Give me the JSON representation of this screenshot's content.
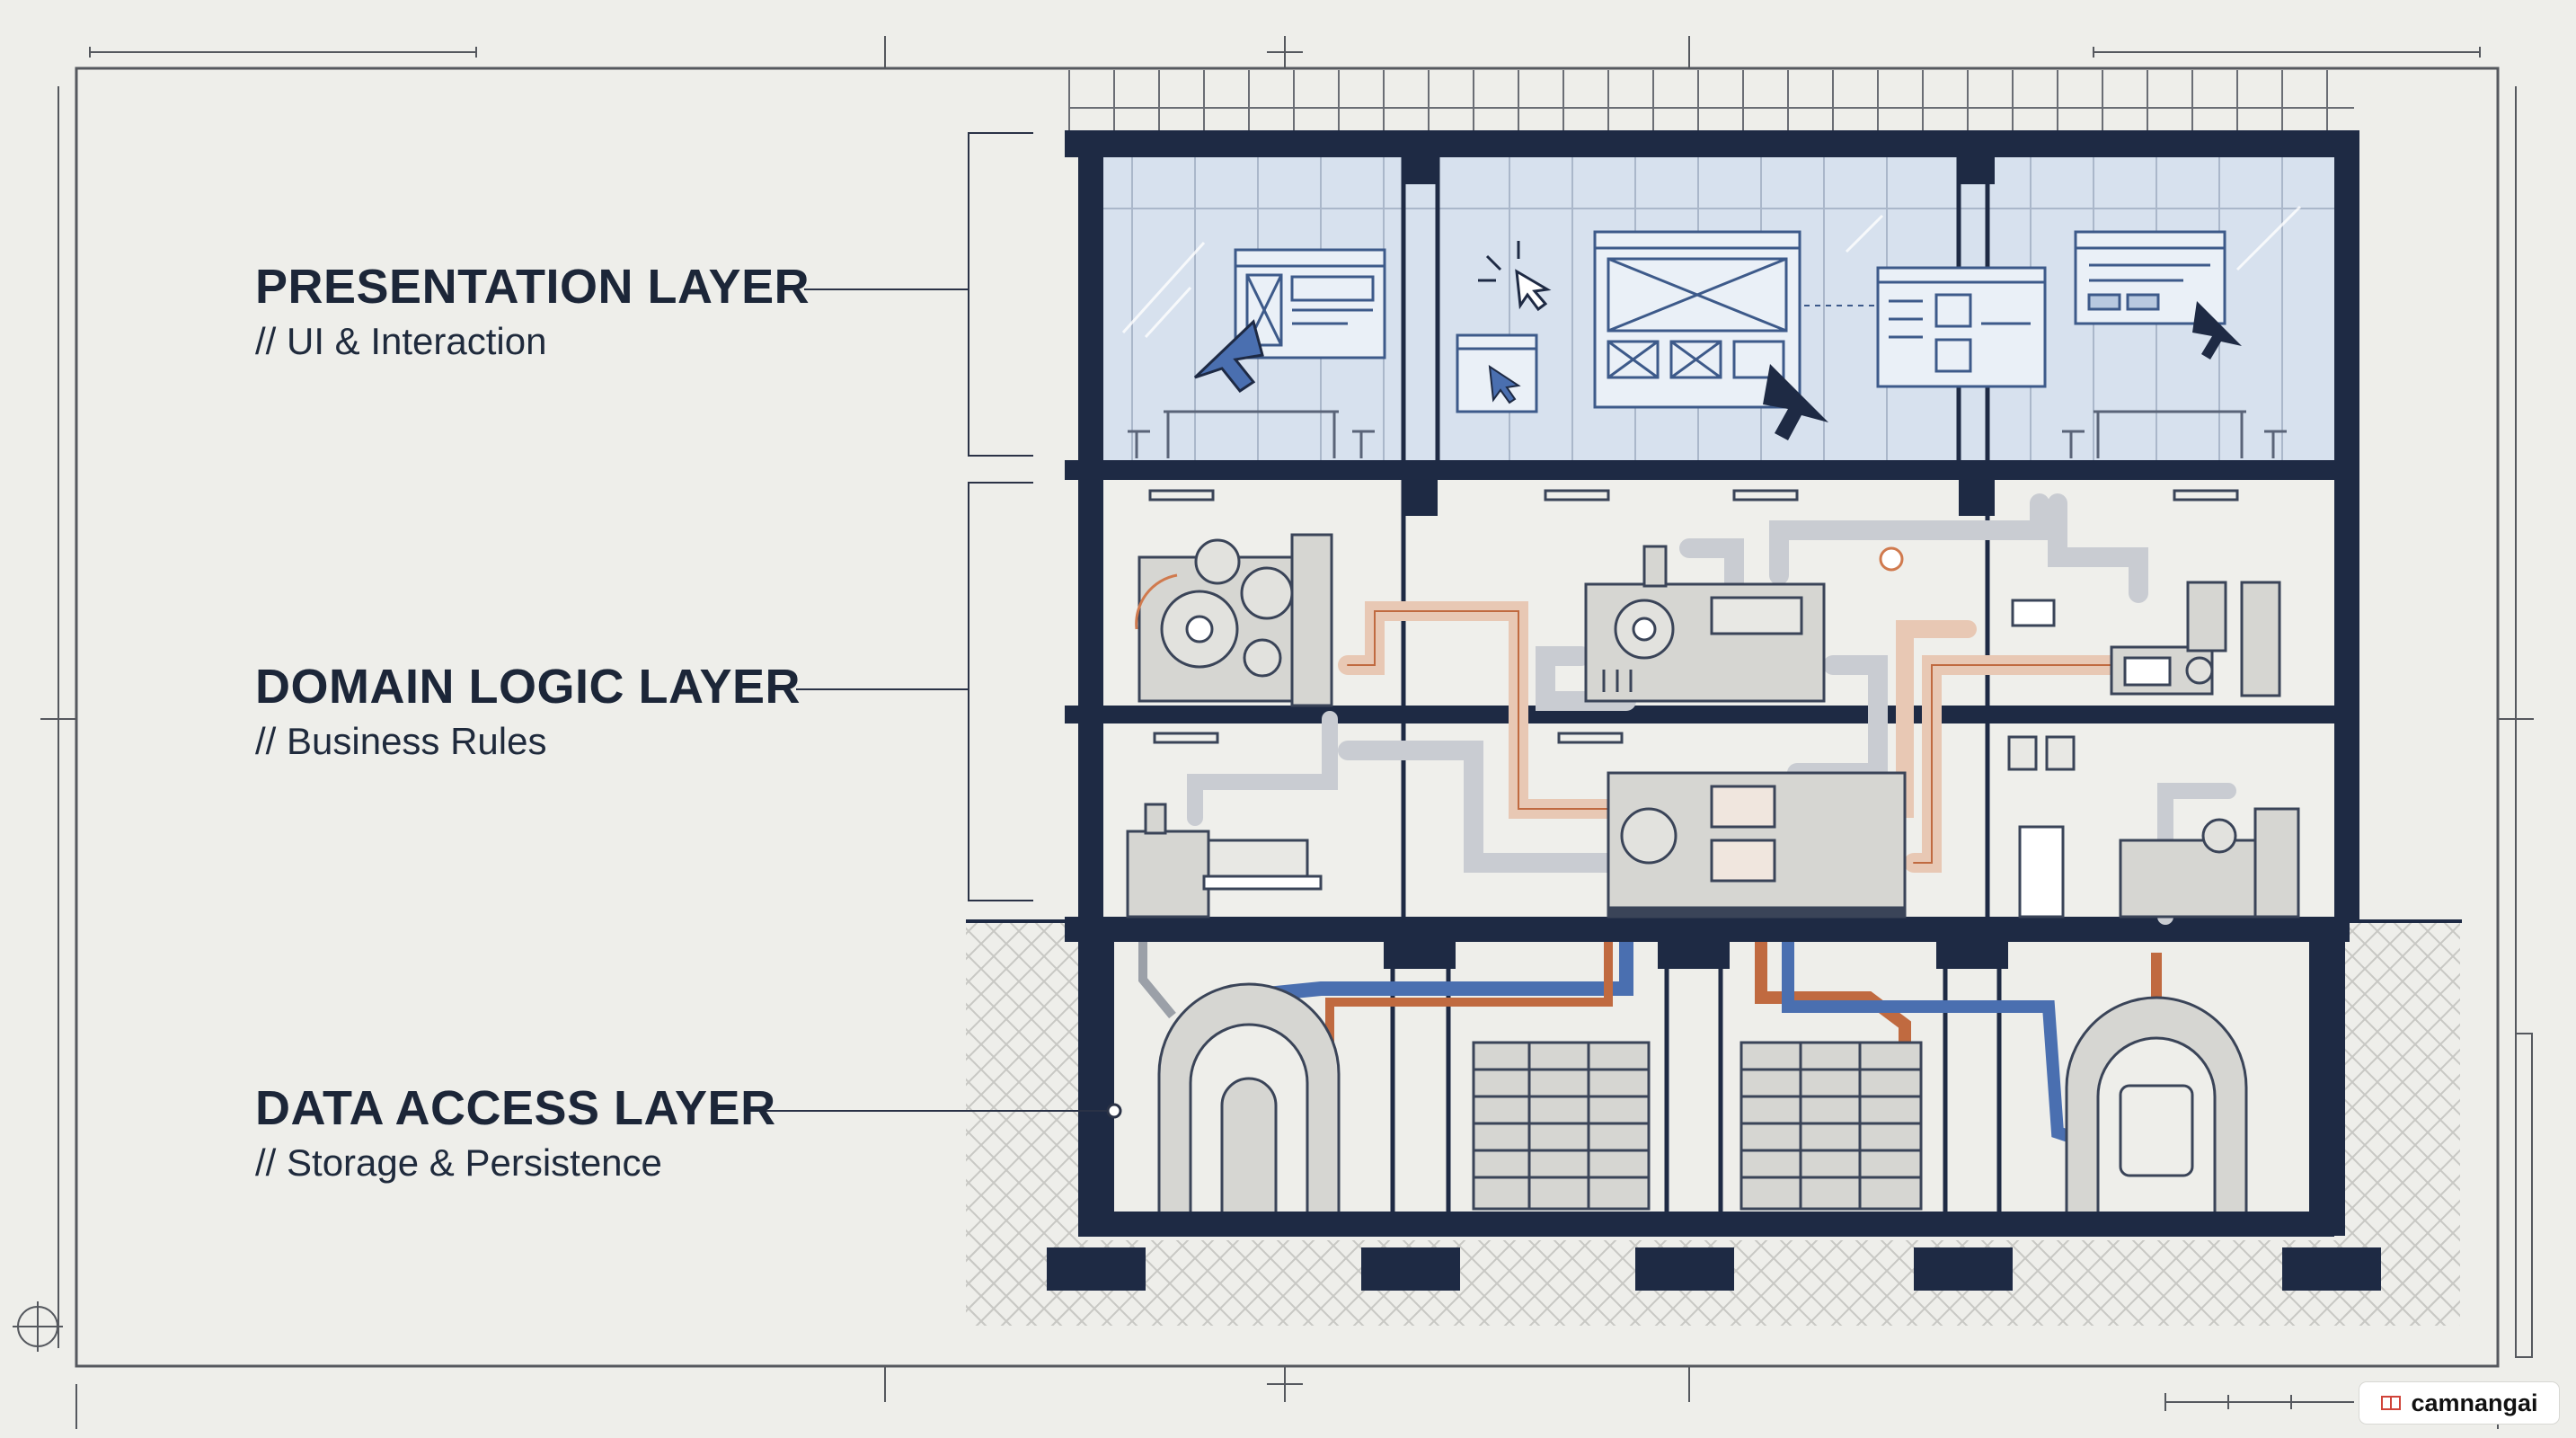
{
  "layers": [
    {
      "title": "PRESENTATION LAYER",
      "subtitle": "// UI & Interaction"
    },
    {
      "title": "DOMAIN LOGIC LAYER",
      "subtitle": "// Business Rules"
    },
    {
      "title": "DATA ACCESS LAYER",
      "subtitle": "// Storage & Persistence"
    }
  ],
  "badge": {
    "text": "camnangai",
    "icon": "stack-icon"
  },
  "colors": {
    "paper": "#eeeeea",
    "ink": "#1e2a44",
    "glass": "#d7e1ee",
    "accent_blue": "#4a6fb0",
    "accent_orange": "#d07a4e",
    "machine_gray": "#d6d6d2"
  }
}
